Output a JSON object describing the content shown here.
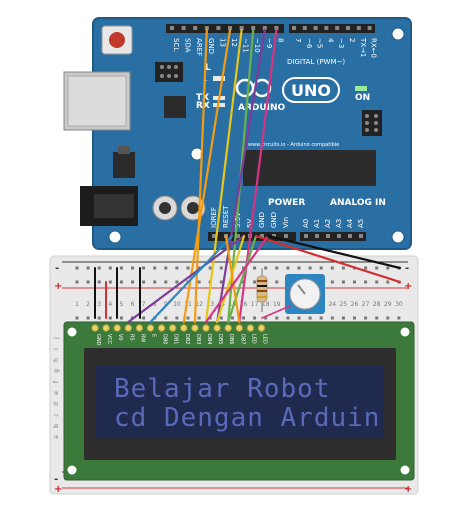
{
  "arduino": {
    "model": "UNO",
    "brand": "ARDUINO",
    "digital_label": "DIGITAL (PWM~)",
    "analog_label": "ANALOG IN",
    "power_label": "POWER",
    "on_label": "ON",
    "tx_label": "TX",
    "rx_label": "RX",
    "l_label": "L",
    "pin1_label": "1",
    "website": "www.circuits.io - Arduino compatible",
    "top_pins": [
      "SCL",
      "SDA",
      "AREF",
      "GND",
      "13",
      "12",
      "~11",
      "~10",
      "~9",
      "8",
      "7",
      "~6",
      "~5",
      "4",
      "~3",
      "2",
      "TX→1",
      "RX←0"
    ],
    "power_pins": [
      "IOREF",
      "RESET",
      "3.3V",
      "5V",
      "GND",
      "GND",
      "Vin"
    ],
    "analog_pins": [
      "A0",
      "A1",
      "A2",
      "A3",
      "A4",
      "A5"
    ],
    "colors": {
      "board": "#2a6fa3",
      "board_edge": "#1f5a86",
      "header": "#222222",
      "chip": "#2b2b2b",
      "reset": "#c0392b"
    }
  },
  "breadboard": {
    "column_numbers": [
      "1",
      "2",
      "3",
      "4",
      "5",
      "6",
      "7",
      "8",
      "9",
      "10",
      "11",
      "12",
      "13",
      "14",
      "15",
      "16",
      "17",
      "18",
      "19",
      "20",
      "21",
      "22",
      "23",
      "24",
      "25",
      "26",
      "27",
      "28",
      "29",
      "30"
    ],
    "row_letters_top": [
      "j",
      "i",
      "h",
      "g",
      "f"
    ],
    "row_letters_bottom": [
      "e",
      "d",
      "c",
      "b",
      "a"
    ],
    "rail_plus": "+",
    "rail_minus": "-",
    "colors": {
      "body": "#e9e9e9",
      "rail_red": "#d23a3a",
      "rail_dark": "#333333"
    }
  },
  "lcd": {
    "pin_labels": [
      "GND",
      "VCC",
      "V0",
      "RS",
      "RW",
      "E",
      "DB0",
      "DB1",
      "DB2",
      "DB3",
      "DB4",
      "DB5",
      "DB6",
      "DB7",
      "LED",
      "LED"
    ],
    "line1": "Belajar Robot",
    "line2": "cd Dengan Arduin",
    "colors": {
      "pcb": "#3c7a3c",
      "bezel": "#2d2d2d",
      "screen": "#1f2a4e",
      "text": "#5a6ab8"
    }
  },
  "wires": {
    "colors": {
      "orange": "#f39c12",
      "yellow": "#e6c619",
      "green": "#6ab04c",
      "purple": "#7d3c98",
      "pink": "#d63384",
      "blue": "#2e86c1",
      "red": "#d32f2f",
      "black": "#111111"
    }
  }
}
